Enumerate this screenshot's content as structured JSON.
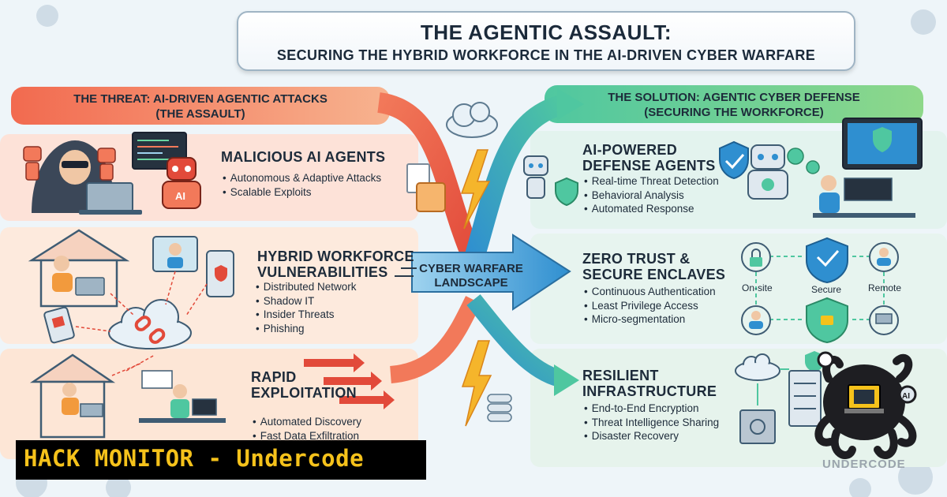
{
  "header": {
    "title": "THE AGENTIC ASSAULT:",
    "subtitle": "SECURING THE HYBRID WORKFORCE IN THE AI-DRIVEN CYBER WARFARE"
  },
  "threat": {
    "banner_line1": "THE THREAT: AI-DRIVEN AGENTIC ATTACKS",
    "banner_line2": "(THE ASSAULT)",
    "sections": [
      {
        "title_lines": [
          "MALICIOUS AI AGENTS"
        ],
        "bullets": [
          "Autonomous & Adaptive Attacks",
          "Scalable Exploits"
        ]
      },
      {
        "title_lines": [
          "HYBRID WORKFORCE",
          "VULNERABILITIES"
        ],
        "bullets": [
          "Distributed Network",
          "Shadow IT",
          "Insider Threats",
          "Phishing"
        ]
      },
      {
        "title_lines": [
          "RAPID",
          "EXPLOITATION"
        ],
        "bullets": [
          "Automated Discovery",
          "Fast Data Exfiltration"
        ]
      }
    ],
    "robot_badge": "AI"
  },
  "center": {
    "label_line1": "CYBER WARFARE",
    "label_line2": "LANDSCAPE"
  },
  "solution": {
    "banner_line1": "THE SOLUTION: AGENTIC CYBER DEFENSE",
    "banner_line2": "(SECURING THE WORKFORCE)",
    "sections": [
      {
        "title_lines": [
          "AI-POWERED",
          "DEFENSE AGENTS"
        ],
        "bullets": [
          "Real-time Threat Detection",
          "Behavioral Analysis",
          "Automated Response"
        ]
      },
      {
        "title_lines": [
          "ZERO TRUST &",
          "SECURE ENCLAVES"
        ],
        "bullets": [
          "Continuous Authentication",
          "Least Privilege Access",
          "Micro-segmentation"
        ]
      },
      {
        "title_lines": [
          "RESILIENT",
          "INFRASTRUCTURE"
        ],
        "bullets": [
          "End-to-End Encryption",
          "Threat Intelligence Sharing",
          "Disaster Recovery"
        ]
      }
    ],
    "zero_trust_nodes": {
      "left": "On-site",
      "middle": "Secure",
      "right": "Remote"
    },
    "badge_text": "AI"
  },
  "overlay": {
    "text": "HACK MONITOR - Undercode"
  },
  "watermark": "UNDERCODE",
  "colors": {
    "threat_orange": "#f26a4f",
    "solution_green": "#4fc7a0",
    "arrow_blue": "#2f8fd0",
    "overlay_text": "#f5c21b"
  }
}
